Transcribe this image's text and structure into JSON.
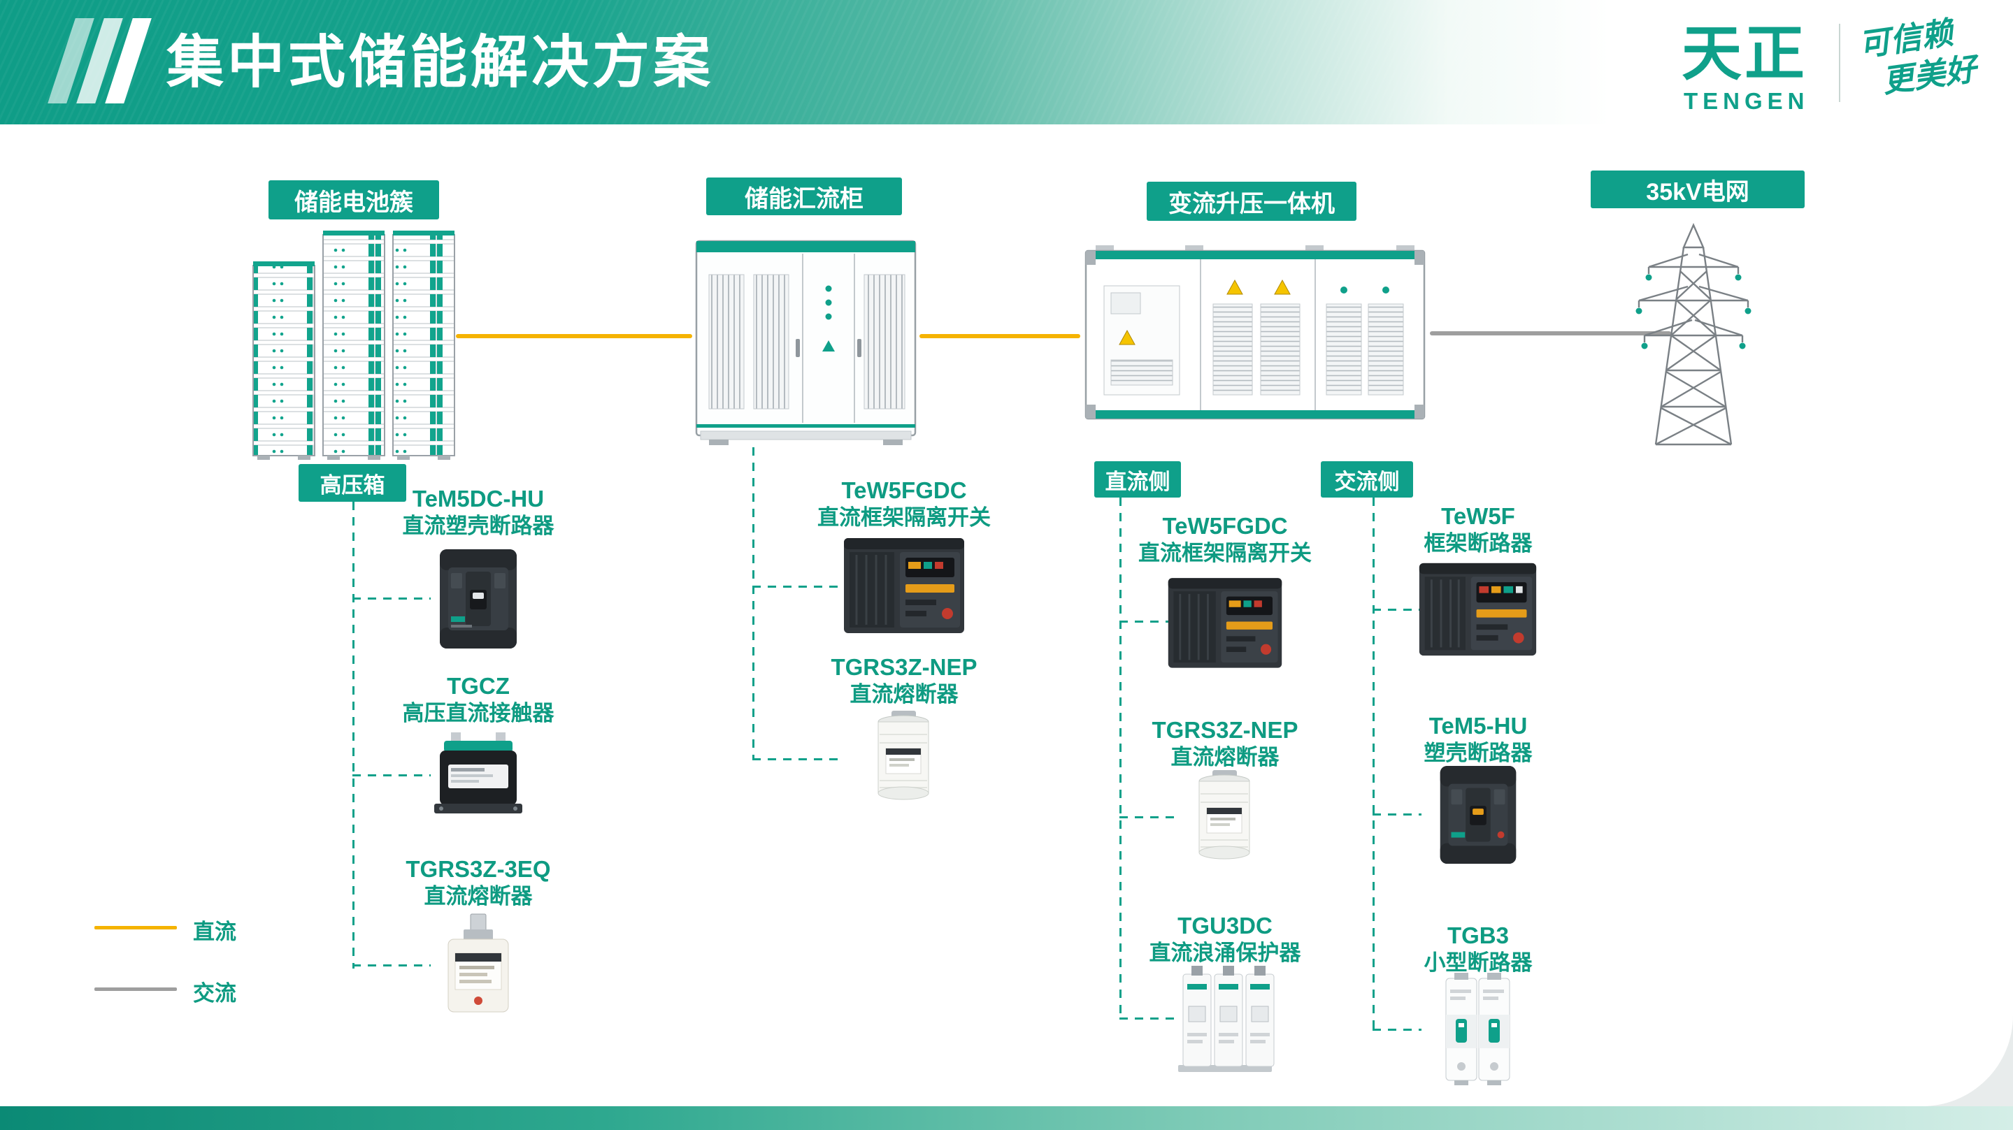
{
  "header": {
    "title": "集中式储能解决方案",
    "brand": {
      "cn": "天正",
      "en": "TENGEN",
      "slogan1": "可信赖",
      "slogan2": "更美好"
    }
  },
  "nodes": {
    "battery": "储能电池簇",
    "combiner": "储能汇流柜",
    "converter": "变流升压一体机",
    "grid": "35kV电网"
  },
  "branches": {
    "battery": {
      "tag": "高压箱",
      "products": [
        {
          "model": "TeM5DC-HU",
          "desc": "直流塑壳断路器"
        },
        {
          "model": "TGCZ",
          "desc": "高压直流接触器"
        },
        {
          "model": "TGRS3Z-3EQ",
          "desc": "直流熔断器"
        }
      ]
    },
    "combiner": {
      "products": [
        {
          "model": "TeW5FGDC",
          "desc": "直流框架隔离开关"
        },
        {
          "model": "TGRS3Z-NEP",
          "desc": "直流熔断器"
        }
      ]
    },
    "converter_dc": {
      "tag": "直流侧",
      "products": [
        {
          "model": "TeW5FGDC",
          "desc": "直流框架隔离开关"
        },
        {
          "model": "TGRS3Z-NEP",
          "desc": "直流熔断器"
        },
        {
          "model": "TGU3DC",
          "desc": "直流浪涌保护器"
        }
      ]
    },
    "converter_ac": {
      "tag": "交流侧",
      "products": [
        {
          "model": "TeW5F",
          "desc": "框架断路器"
        },
        {
          "model": "TeM5-HU",
          "desc": "塑壳断路器"
        },
        {
          "model": "TGB3",
          "desc": "小型断路器"
        }
      ]
    }
  },
  "legend": {
    "dc": {
      "label": "直流",
      "color": "#F5B301"
    },
    "ac": {
      "label": "交流",
      "color": "#9E9E9E"
    }
  },
  "colors": {
    "accent": "#0FA08A",
    "dc_line": "#F5B301",
    "ac_line": "#9E9E9E"
  }
}
